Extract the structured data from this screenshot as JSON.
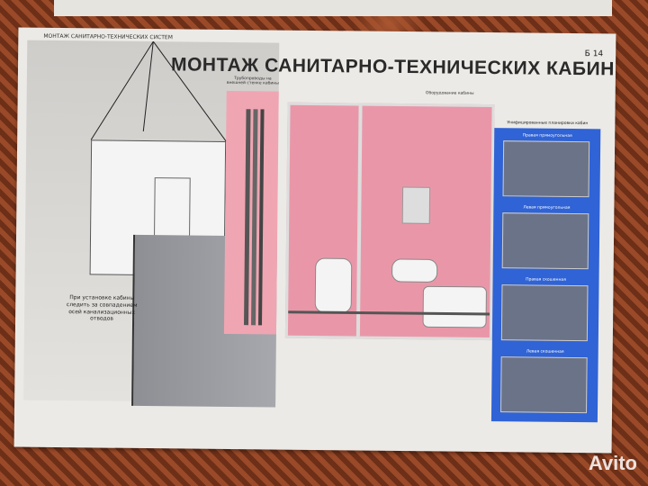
{
  "poster": {
    "series": "МОНТАЖ САНИТАРНО-ТЕХНИЧЕСКИХ СИСТЕМ",
    "number": "14",
    "letter": "Б",
    "title": "МОНТАЖ САНИТАРНО-ТЕХНИЧЕСКИХ КАБИН",
    "note": "При установке кабины следить за совпадением осей канализационных отводов",
    "pipe_caption": "Трубопроводы на внешней стенке кабины",
    "fixture_caption": "Оборудование кабины",
    "layouts": {
      "heading": "Унифицированные планировки кабин",
      "items": [
        "Правая прямоугольная",
        "Левая прямоугольная",
        "Правая скошенная",
        "Левая скошенная"
      ]
    }
  },
  "watermark": "Avito",
  "colors": {
    "pink": "#e997a8",
    "blue": "#2f63d6",
    "grey_wall": "#9a9ca1"
  }
}
